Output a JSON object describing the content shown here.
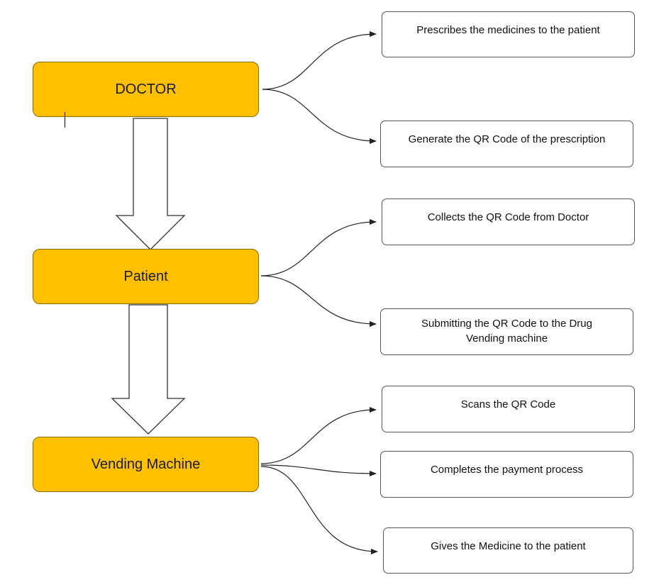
{
  "colors": {
    "actor_fill": "#FFC000",
    "step_border": "#555555",
    "connector": "#222222",
    "arrow_fill": "#ffffff"
  },
  "actors": [
    {
      "label": "DOCTOR"
    },
    {
      "label": "Patient"
    },
    {
      "label": "Vending Machine"
    }
  ],
  "steps": [
    {
      "text": "Prescribes the medicines to the patient"
    },
    {
      "text": "Generate the QR Code of the prescription"
    },
    {
      "text": "Collects the QR Code from Doctor"
    },
    {
      "text": "Submitting the QR Code to the Drug Vending machine"
    },
    {
      "text": "Scans the QR Code"
    },
    {
      "text": "Completes the payment process"
    },
    {
      "text": "Gives the Medicine to the patient"
    }
  ]
}
